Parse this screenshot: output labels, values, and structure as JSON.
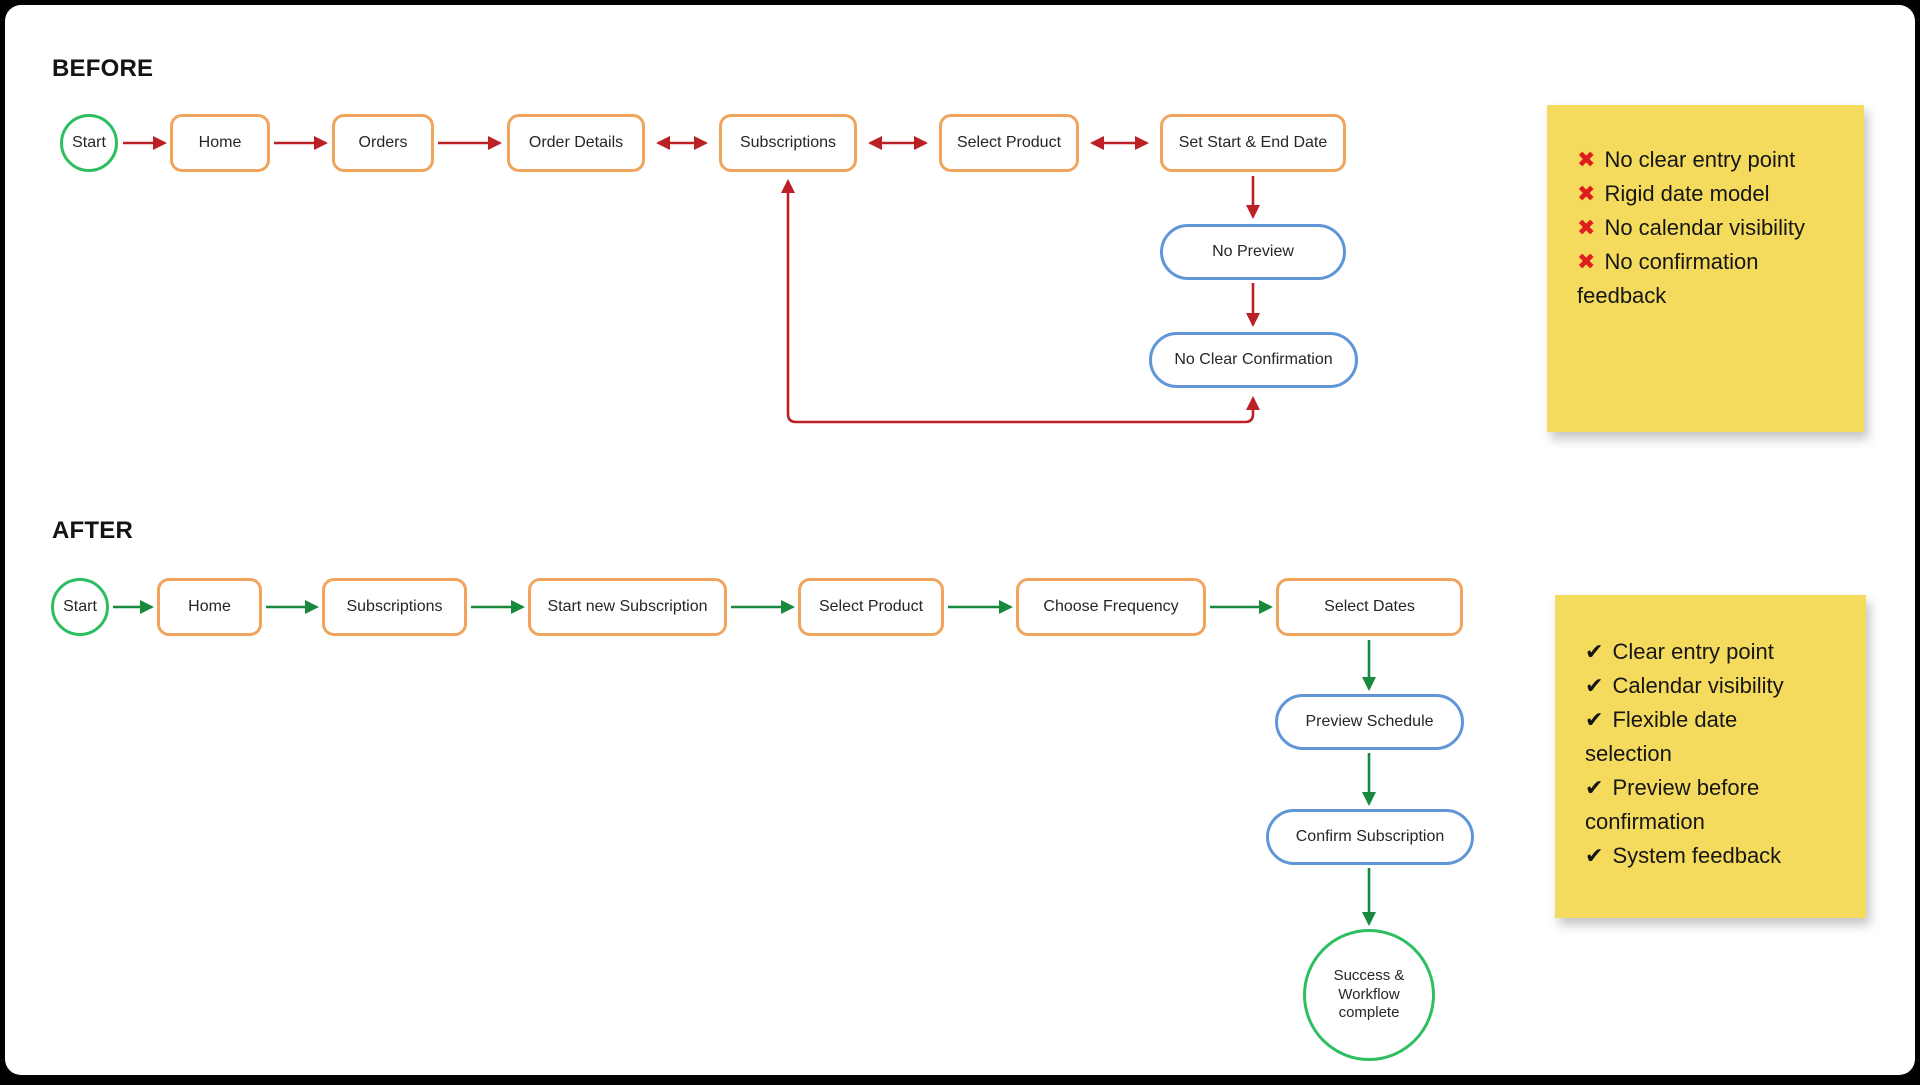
{
  "colors": {
    "canvas_bg": "#ffffff",
    "orange_border": "#f0a45c",
    "blue_border": "#6096d8",
    "green_node": "#2dbe60",
    "red_arrow": "#bb2025",
    "green_arrow": "#178a3d",
    "sticky_bg": "#f5db5d",
    "text": "#262626"
  },
  "before": {
    "heading": "BEFORE",
    "nodes": {
      "start": "Start",
      "home": "Home",
      "orders": "Orders",
      "order_details": "Order Details",
      "subscriptions": "Subscriptions",
      "select_product": "Select Product",
      "set_dates": "Set Start & End Date",
      "no_preview": "No Preview",
      "no_confirmation": "No Clear Confirmation"
    },
    "note": {
      "items": [
        {
          "mark": "✖",
          "text": "No clear entry point"
        },
        {
          "mark": "✖",
          "text": "Rigid date model"
        },
        {
          "mark": "✖",
          "text": "No calendar visibility"
        },
        {
          "mark": "✖",
          "text": "No confirmation feedback"
        }
      ]
    }
  },
  "after": {
    "heading": "AFTER",
    "nodes": {
      "start": "Start",
      "home": "Home",
      "subscriptions": "Subscriptions",
      "start_new": "Start new Subscription",
      "select_product": "Select Product",
      "choose_frequency": "Choose Frequency",
      "select_dates": "Select Dates",
      "preview_schedule": "Preview Schedule",
      "confirm_subscription": "Confirm Subscription",
      "success": "Success & Workflow complete"
    },
    "note": {
      "items": [
        {
          "mark": "✔",
          "text": "Clear entry point"
        },
        {
          "mark": "✔",
          "text": "Calendar visibility"
        },
        {
          "mark": "✔",
          "text": "Flexible date selection"
        },
        {
          "mark": "✔",
          "text": "Preview before confirmation"
        },
        {
          "mark": "✔",
          "text": "System feedback"
        }
      ]
    }
  }
}
